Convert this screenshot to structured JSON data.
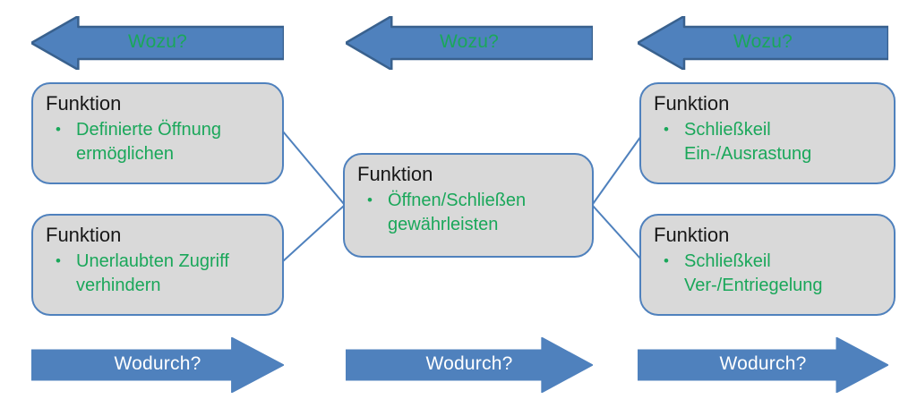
{
  "colors": {
    "arrow_fill": "#4f81bd",
    "arrow_border": "#39618e",
    "arrow_text_white": "#ffffff",
    "box_fill": "#d9d9d9",
    "box_border": "#4f81bd",
    "green": "#1aa75a",
    "title_text": "#171717"
  },
  "bullet_char": "•",
  "top_arrows": [
    {
      "label": "Wozu?"
    },
    {
      "label": "Wozu?"
    },
    {
      "label": "Wozu?"
    }
  ],
  "bottom_arrows": [
    {
      "label": "Wodurch?"
    },
    {
      "label": "Wodurch?"
    },
    {
      "label": "Wodurch?"
    }
  ],
  "boxes": {
    "top_left": {
      "title": "Funktion",
      "line1": "Definierte Öffnung",
      "line2": "ermöglichen"
    },
    "bottom_left": {
      "title": "Funktion",
      "line1": "Unerlaubten Zugriff",
      "line2": "verhindern"
    },
    "center": {
      "title": "Funktion",
      "line1": "Öffnen/Schließen",
      "line2": "gewährleisten"
    },
    "top_right": {
      "title": "Funktion",
      "line1": "Schließkeil",
      "line2": "Ein-/Ausrastung"
    },
    "bottom_right": {
      "title": "Funktion",
      "line1": "Schließkeil",
      "line2": "Ver-/Entriegelung"
    }
  }
}
